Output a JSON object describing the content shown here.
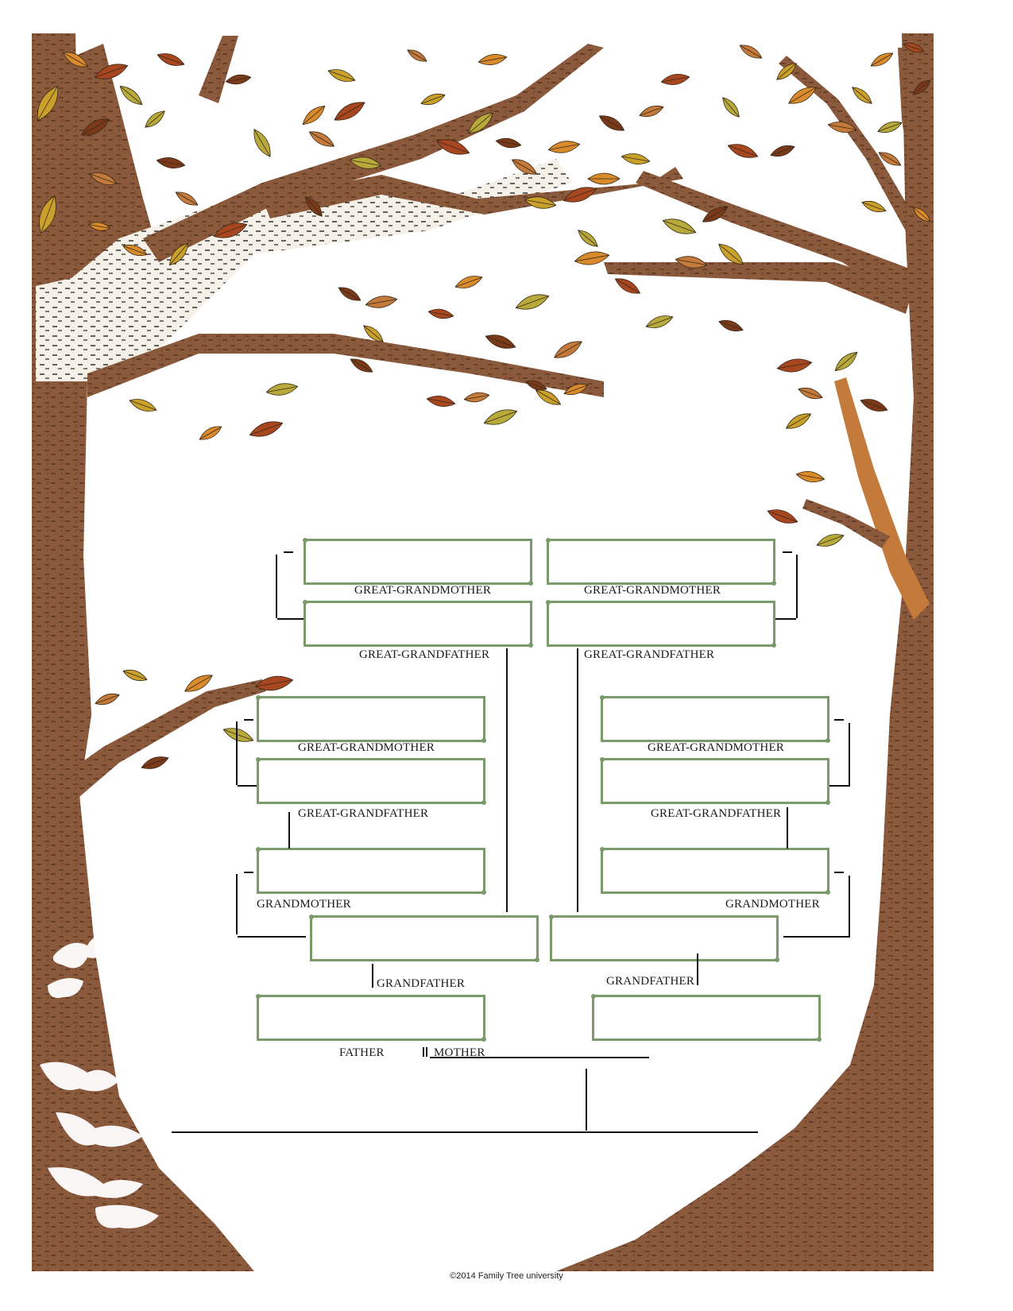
{
  "labels": {
    "ggm_top_left": "GREAT-GRANDMOTHER",
    "ggm_top_right": "GREAT-GRANDMOTHER",
    "ggf_top_left": "GREAT-GRANDFATHER",
    "ggf_top_right": "GREAT-GRANDFATHER",
    "ggm_mid_left": "GREAT-GRANDMOTHER",
    "ggm_mid_right": "GREAT-GRANDMOTHER",
    "ggf_mid_left": "GREAT-GRANDFATHER",
    "ggf_mid_right": "GREAT-GRANDFATHER",
    "gm_left": "GRANDMOTHER",
    "gm_right": "GRANDMOTHER",
    "gf_left": "GRANDFATHER",
    "gf_right": "GRANDFATHER",
    "father": "FATHER",
    "mother": "MOTHER"
  },
  "footer": "©2014 Family Tree university",
  "colors": {
    "bark": "#8b5a3c",
    "bark_dark": "#5e3a24",
    "box_border": "#7a9a6a",
    "leaf_palette": [
      "#c8a02a",
      "#d98a2b",
      "#a8461f",
      "#b8aa3a",
      "#7a3a1a",
      "#c47a3a"
    ]
  }
}
